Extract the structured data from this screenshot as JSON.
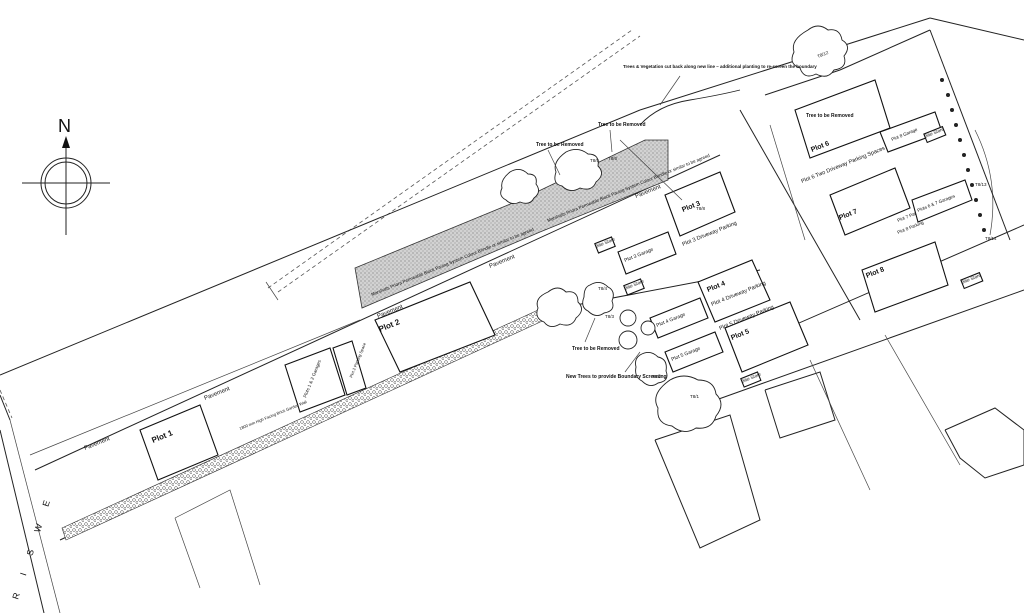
{
  "labels": {
    "north": "N",
    "road": "R I S W E",
    "pavement": "Pavement",
    "plot1": "Plot 1",
    "plot2": "Plot 2",
    "plot3": "Plot 3",
    "plot4": "Plot 4",
    "plot5": "Plot 5",
    "plot6": "Plot 6",
    "plot7": "Plot 7",
    "plot8": "Plot 8",
    "plots_1_2_garages": "Plots 1 & 2 Garages",
    "plot2_parking": "Plot 2 Parking Space",
    "plot3_garage": "Plot 3 Garage",
    "plot3_driveway": "Plot 3 Driveway Parking",
    "plot4_garage": "Plot 4 Garage",
    "plot4_driveway": "Plot 4 Driveway Parking",
    "plot5_garage": "Plot 5 Garage",
    "plot5_driveway": "Plot 5 Driveway Parking",
    "plot6_parking": "Plot 6 Two Driveway Parking Spaces",
    "plot7_parking": "Plot 7 Parking",
    "plot8_parking": "Plot 8 Parking",
    "plot8_garage": "Plot 8 Garage",
    "plots_6_7_garages": "Plots 6 & 7 Garages",
    "bike_store": "Bike Store",
    "tree_removed_1": "Tree to be Removed",
    "tree_removed_2": "Tree to be Removed",
    "tree_removed_3": "Tree to be Removed",
    "tree_removed_4": "Tree to be Removed",
    "new_trees": "New Trees to provide Boundary Screening",
    "trees_cut_back": "Trees & Vegetation cut back along new line – additional planting to re-screen the boundary",
    "paving_1": "Marshalls Priora Permeable Block Paving System Colour Brindle or similar to be agreed",
    "paving_2": "Marshalls Priora Permeable Block Paving System Colour Brindle or similar to be agreed",
    "wall_note": "1800 mm High Facing Brick Garden Wall",
    "tree_tags": [
      "T8/12",
      "T8/5",
      "T8/6",
      "T8/8",
      "T8/4",
      "T8/3",
      "T8/1",
      "T8/2",
      "T8/13",
      "T8/14"
    ]
  }
}
